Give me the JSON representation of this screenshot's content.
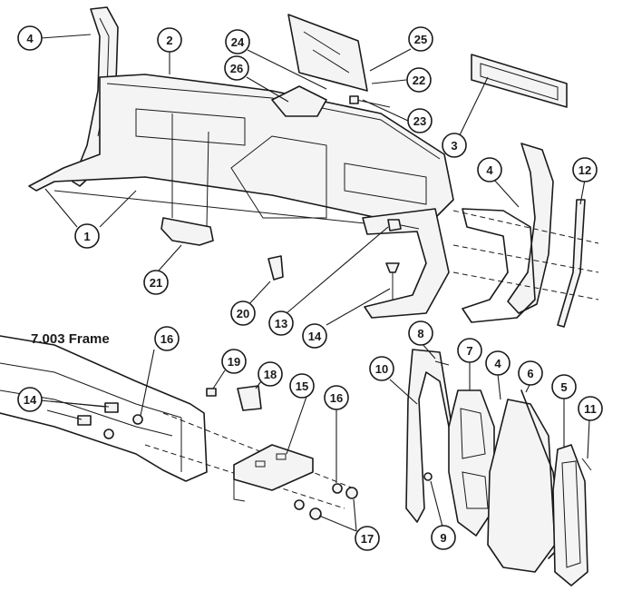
{
  "diagram": {
    "frame_label": "7.003 Frame",
    "callouts": [
      {
        "id": "c4a",
        "text": "4"
      },
      {
        "id": "c2",
        "text": "2"
      },
      {
        "id": "c24",
        "text": "24"
      },
      {
        "id": "c26",
        "text": "26"
      },
      {
        "id": "c25",
        "text": "25"
      },
      {
        "id": "c22",
        "text": "22"
      },
      {
        "id": "c23",
        "text": "23"
      },
      {
        "id": "c3",
        "text": "3"
      },
      {
        "id": "c4b",
        "text": "4"
      },
      {
        "id": "c12",
        "text": "12"
      },
      {
        "id": "c1",
        "text": "1"
      },
      {
        "id": "c21",
        "text": "21"
      },
      {
        "id": "c20",
        "text": "20"
      },
      {
        "id": "c13",
        "text": "13"
      },
      {
        "id": "c14a",
        "text": "14"
      },
      {
        "id": "c16a",
        "text": "16"
      },
      {
        "id": "c19",
        "text": "19"
      },
      {
        "id": "c18",
        "text": "18"
      },
      {
        "id": "c15",
        "text": "15"
      },
      {
        "id": "c16b",
        "text": "16"
      },
      {
        "id": "c14b",
        "text": "14"
      },
      {
        "id": "c17",
        "text": "17"
      },
      {
        "id": "c8",
        "text": "8"
      },
      {
        "id": "c10",
        "text": "10"
      },
      {
        "id": "c7",
        "text": "7"
      },
      {
        "id": "c4c",
        "text": "4"
      },
      {
        "id": "c6",
        "text": "6"
      },
      {
        "id": "c5",
        "text": "5"
      },
      {
        "id": "c11",
        "text": "11"
      },
      {
        "id": "c9",
        "text": "9"
      }
    ]
  }
}
